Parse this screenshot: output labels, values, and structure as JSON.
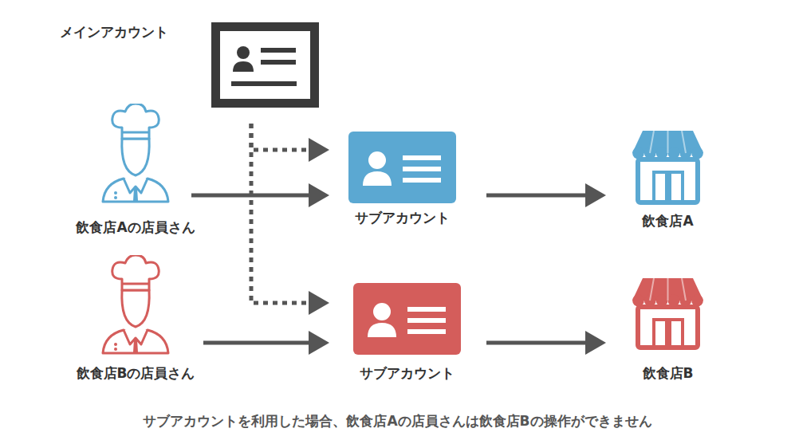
{
  "diagram": {
    "caption": "サブアカウントを利用した場合、飲食店Aの店員さんは飲食店Bの操作ができません",
    "nodes": [
      {
        "text": [
          "メインアカウント"
        ]
      },
      {
        "text": [
          "飲食店Aの店員さん"
        ]
      },
      {
        "text": [
          "サブアカウント"
        ]
      },
      {
        "text": [
          "飲食店A"
        ]
      },
      {
        "text": [
          "飲食店Bの店員さん"
        ]
      },
      {
        "text": [
          "サブアカウント"
        ]
      },
      {
        "text": [
          "飲食店B"
        ]
      }
    ],
    "edges": [
      {
        "from": 0,
        "to": 2,
        "arrow": "to"
      },
      {
        "from": 0,
        "to": 5,
        "arrow": "to"
      },
      {
        "from": 1,
        "to": 2,
        "arrow": "to"
      },
      {
        "from": 2,
        "to": 3,
        "arrow": "to"
      },
      {
        "from": 4,
        "to": 5,
        "arrow": "to"
      },
      {
        "from": 5,
        "to": 6,
        "arrow": "to"
      }
    ]
  }
}
